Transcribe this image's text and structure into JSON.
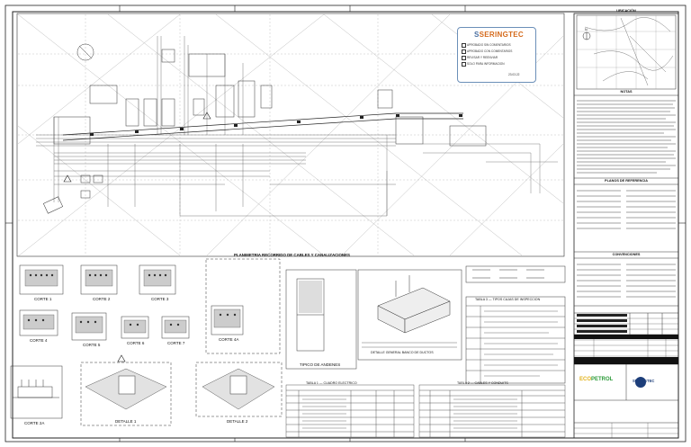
{
  "location_title": "UBICACIÓN",
  "north_label": "N",
  "notes_title": "NOTAS",
  "plan_references_title": "PLANOS DE REFERENCIA",
  "conventions_title": "CONVENCIONES",
  "main_plan_title": "PLANIMETRIA RECORRIDO DE CABLES Y CANALIZACIONES",
  "stamp": {
    "brand_part1": "S",
    "brand_part2": "SERINGTEC",
    "options": [
      "APROBADO SIN COMENTARIOS",
      "APROBADO CON COMENTARIOS",
      "REVISAR Y REENVIAR",
      "SOLO PARA INFORMACION"
    ],
    "date": "23.03.22"
  },
  "sections": [
    {
      "label": "CORTE 1"
    },
    {
      "label": "CORTE 2"
    },
    {
      "label": "CORTE 3"
    },
    {
      "label": "CORTE 4"
    },
    {
      "label": "CORTE 5"
    },
    {
      "label": "CORTE 6"
    },
    {
      "label": "CORTE 7"
    },
    {
      "label": "CORTE 4A"
    },
    {
      "label": "CORTE 2A"
    }
  ],
  "details": [
    {
      "label": "DETALLE 1"
    },
    {
      "label": "DETALLE 2"
    }
  ],
  "typical_label": "TIPICO DE ANDENES",
  "box_detail_label": "DETALLE GENERAL BANCO DE DUCTOS",
  "table_boxes_title": "TABLA 1 — CUADRO ELECTRICO",
  "table_cables_title": "TABLA 2 — CABLES Y CONDUITS",
  "table_right_title": "TABLA 3 — TIPOS CAJAS DE INSPECCION",
  "client_left": {
    "part1": "ECO",
    "part2": "PETROL"
  },
  "client_right": "SERINGTEC"
}
